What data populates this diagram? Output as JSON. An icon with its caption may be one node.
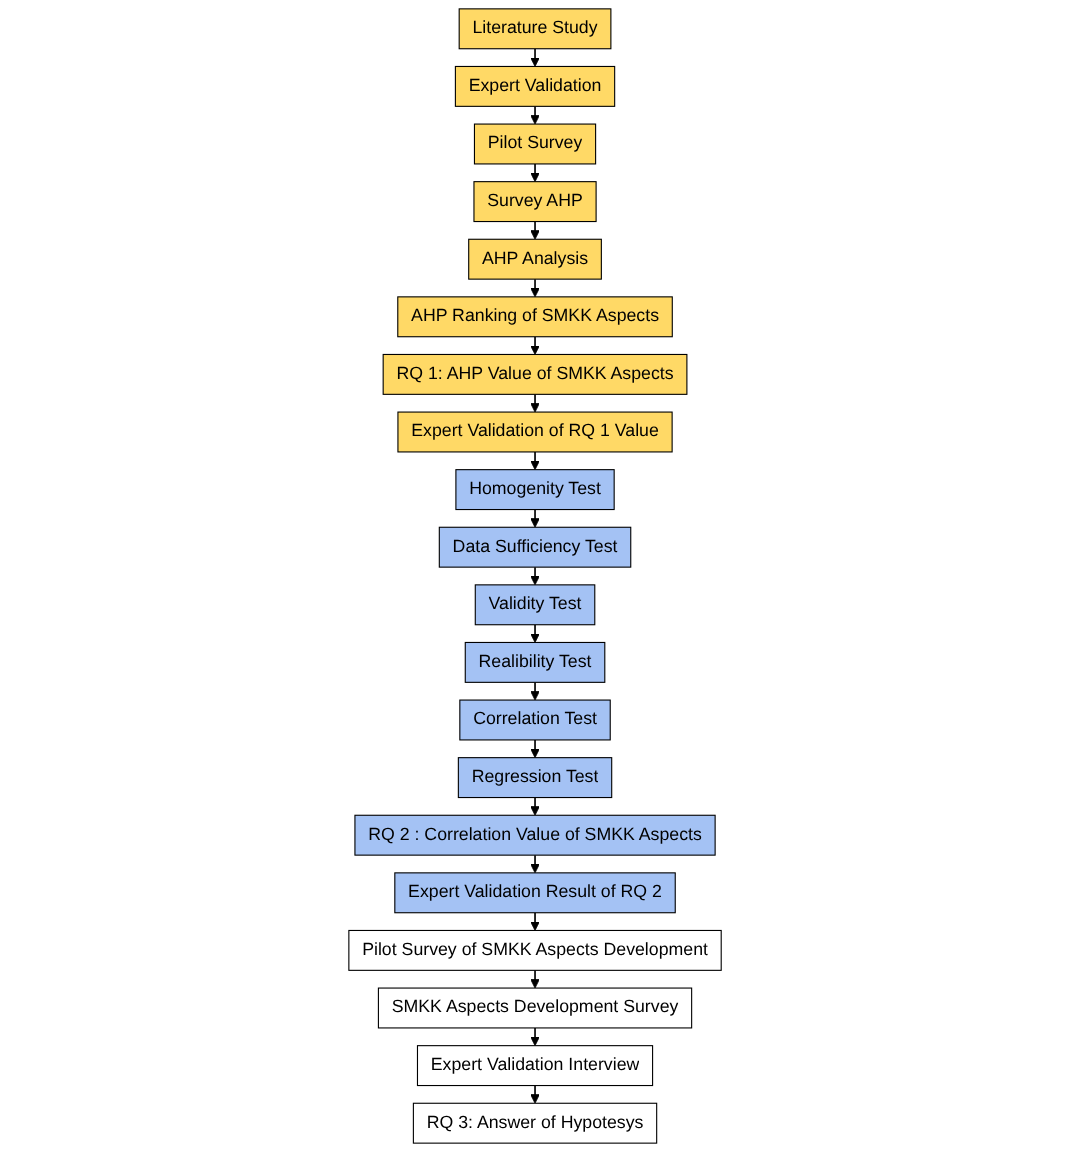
{
  "diagram": {
    "nodes": [
      {
        "text": [
          "Literature Study"
        ]
      },
      {
        "text": [
          "Expert Validation"
        ]
      },
      {
        "text": [
          "Pilot Survey"
        ]
      },
      {
        "text": [
          "Survey AHP"
        ]
      },
      {
        "text": [
          "Expert Validation of RQ 1 Value"
        ]
      },
      {
        "text": [
          "RQ 1: AHP Value of SMKK Aspects"
        ]
      },
      {
        "text": [
          "AHP Ranking of SMKK Aspects"
        ]
      },
      {
        "text": [
          "AHP Analysis"
        ]
      },
      {
        "text": [
          "Homogenity Test"
        ]
      },
      {
        "text": [
          "Data Sufficiency Test"
        ]
      },
      {
        "text": [
          "Validity Test"
        ]
      },
      {
        "text": [
          "Realibility Test"
        ]
      },
      {
        "text": [
          "Expert Validation Result of RQ 2"
        ]
      },
      {
        "text": [
          "RQ 2 : Correlation Value of SMKK Aspects"
        ]
      },
      {
        "text": [
          "Regression Test"
        ]
      },
      {
        "text": [
          "Correlation Test"
        ]
      },
      {
        "text": [
          "Pilot Survey of SMKK Aspects Development"
        ]
      },
      {
        "text": [
          "SMKK Aspects Development Survey"
        ]
      },
      {
        "text": [
          "Expert Validation Interview"
        ]
      },
      {
        "text": [
          "RQ 3: Answer of Hypotesys"
        ]
      }
    ],
    "edges": [
      {
        "from": 0,
        "to": 1,
        "arrow": "to"
      },
      {
        "from": 1,
        "to": 2,
        "arrow": "to"
      },
      {
        "from": 2,
        "to": 3,
        "arrow": "to"
      },
      {
        "from": 3,
        "to": 7,
        "arrow": "to"
      },
      {
        "from": 7,
        "to": 6,
        "arrow": "to"
      },
      {
        "from": 6,
        "to": 5,
        "arrow": "to"
      },
      {
        "from": 5,
        "to": 4,
        "arrow": "to"
      },
      {
        "from": 4,
        "to": 8,
        "arrow": "to"
      },
      {
        "from": 8,
        "to": 9,
        "arrow": "to"
      },
      {
        "from": 9,
        "to": 10,
        "arrow": "to"
      },
      {
        "from": 10,
        "to": 11,
        "arrow": "to"
      },
      {
        "from": 11,
        "to": 15,
        "arrow": "to"
      },
      {
        "from": 15,
        "to": 14,
        "arrow": "to"
      },
      {
        "from": 14,
        "to": 13,
        "arrow": "to"
      },
      {
        "from": 13,
        "to": 12,
        "arrow": "to"
      },
      {
        "from": 12,
        "to": 16,
        "arrow": "to"
      },
      {
        "from": 16,
        "to": 17,
        "arrow": "to"
      },
      {
        "from": 17,
        "to": 18,
        "arrow": "to"
      },
      {
        "from": 18,
        "to": 19,
        "arrow": "to"
      }
    ]
  }
}
